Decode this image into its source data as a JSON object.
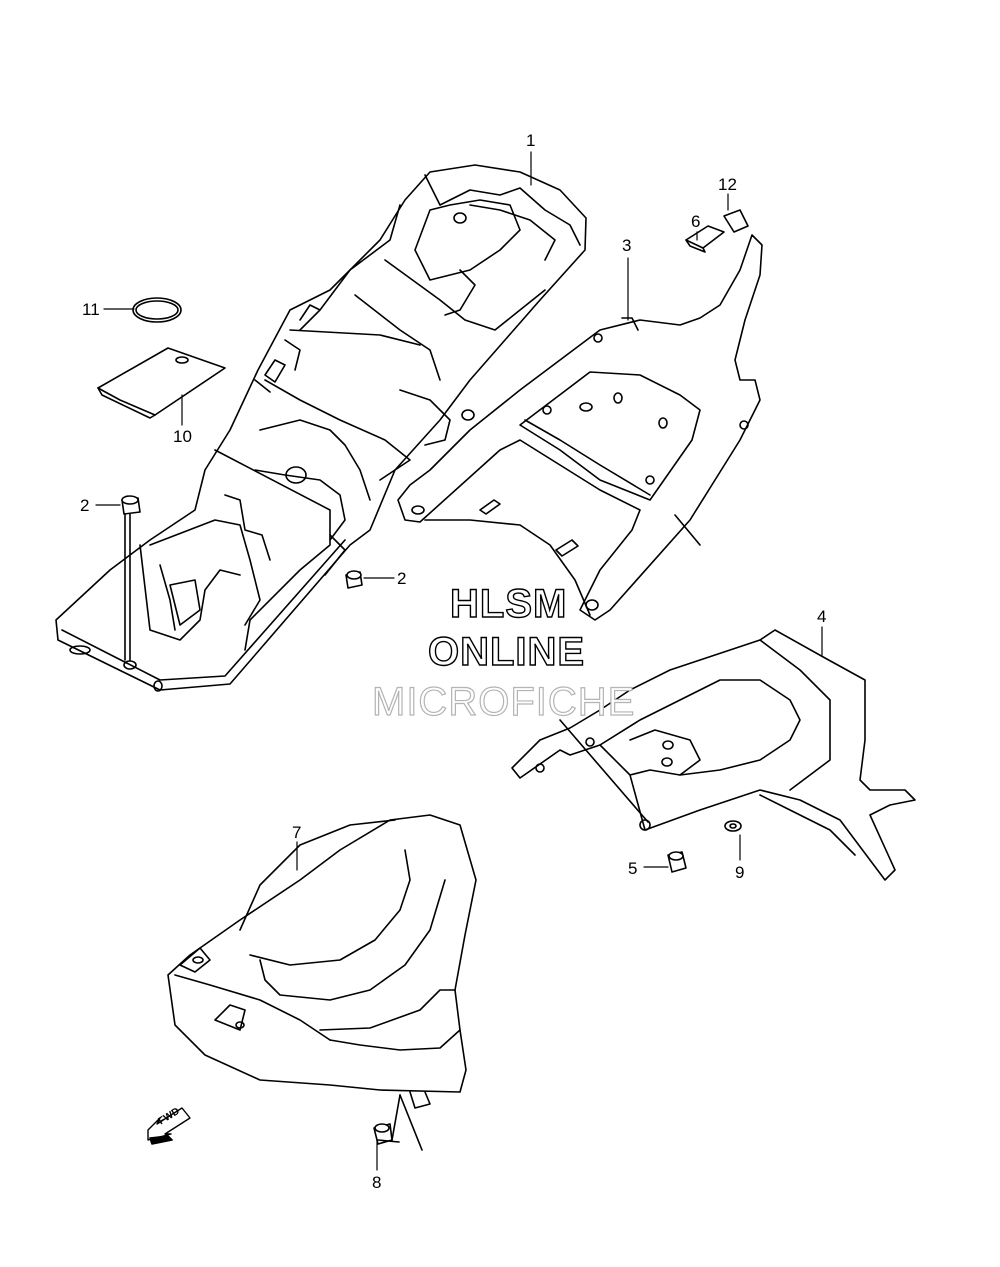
{
  "callouts": [
    {
      "id": "1",
      "text": "1"
    },
    {
      "id": "2a",
      "text": "2"
    },
    {
      "id": "2b",
      "text": "2"
    },
    {
      "id": "3",
      "text": "3"
    },
    {
      "id": "4",
      "text": "4"
    },
    {
      "id": "5",
      "text": "5"
    },
    {
      "id": "6",
      "text": "6"
    },
    {
      "id": "7",
      "text": "7"
    },
    {
      "id": "8",
      "text": "8"
    },
    {
      "id": "9",
      "text": "9"
    },
    {
      "id": "10",
      "text": "10"
    },
    {
      "id": "11",
      "text": "11"
    },
    {
      "id": "12",
      "text": "12"
    }
  ],
  "watermark": {
    "line1": "HLSM",
    "line2": "ONLINE",
    "line3": "MICROFICHE"
  },
  "fwd_arrow": {
    "label": "FWD"
  },
  "colors": {
    "line": "#000000",
    "background": "#ffffff",
    "watermark_light": "#b4b4b4"
  }
}
